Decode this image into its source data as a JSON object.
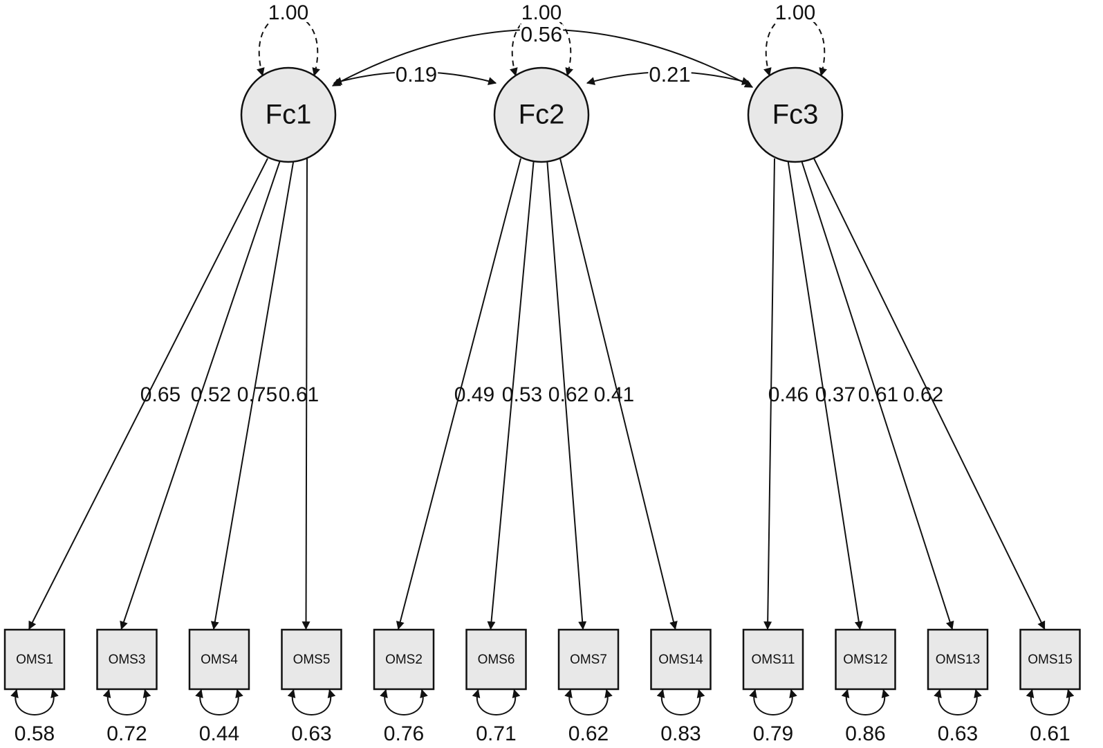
{
  "diagram": {
    "factors": [
      {
        "id": "Fc1",
        "label": "Fc1",
        "variance": "1.00"
      },
      {
        "id": "Fc2",
        "label": "Fc2",
        "variance": "1.00"
      },
      {
        "id": "Fc3",
        "label": "Fc3",
        "variance": "1.00"
      }
    ],
    "covariances": [
      {
        "from": "Fc1",
        "to": "Fc2",
        "value": "0.19"
      },
      {
        "from": "Fc2",
        "to": "Fc3",
        "value": "0.21"
      },
      {
        "from": "Fc1",
        "to": "Fc3",
        "value": "0.56"
      }
    ],
    "indicators": [
      {
        "id": "OMS1",
        "label": "OMS1",
        "factor": "Fc1",
        "loading": "0.65",
        "residual": "0.58"
      },
      {
        "id": "OMS3",
        "label": "OMS3",
        "factor": "Fc1",
        "loading": "0.52",
        "residual": "0.72"
      },
      {
        "id": "OMS4",
        "label": "OMS4",
        "factor": "Fc1",
        "loading": "0.75",
        "residual": "0.44"
      },
      {
        "id": "OMS5",
        "label": "OMS5",
        "factor": "Fc1",
        "loading": "0.61",
        "residual": "0.63"
      },
      {
        "id": "OMS2",
        "label": "OMS2",
        "factor": "Fc2",
        "loading": "0.49",
        "residual": "0.76"
      },
      {
        "id": "OMS6",
        "label": "OMS6",
        "factor": "Fc2",
        "loading": "0.53",
        "residual": "0.71"
      },
      {
        "id": "OMS7",
        "label": "OMS7",
        "factor": "Fc2",
        "loading": "0.62",
        "residual": "0.62"
      },
      {
        "id": "OMS14",
        "label": "OMS14",
        "factor": "Fc2",
        "loading": "0.41",
        "residual": "0.83"
      },
      {
        "id": "OMS11",
        "label": "OMS11",
        "factor": "Fc3",
        "loading": "0.46",
        "residual": "0.79"
      },
      {
        "id": "OMS12",
        "label": "OMS12",
        "factor": "Fc3",
        "loading": "0.37",
        "residual": "0.86"
      },
      {
        "id": "OMS13",
        "label": "OMS13",
        "factor": "Fc3",
        "loading": "0.61",
        "residual": "0.63"
      },
      {
        "id": "OMS15",
        "label": "OMS15",
        "factor": "Fc3",
        "loading": "0.62",
        "residual": "0.61"
      }
    ]
  },
  "colors": {
    "node_fill": "#e8e8e8",
    "stroke": "#111111",
    "background": "#ffffff"
  }
}
